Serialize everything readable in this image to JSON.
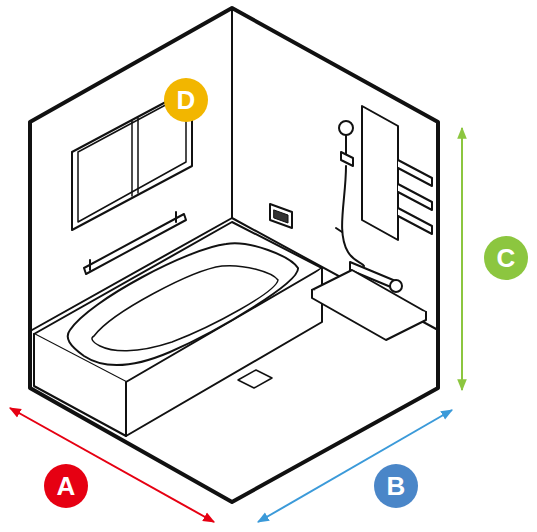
{
  "diagram": {
    "nodes": [
      {
        "text": [
          "D"
        ]
      },
      {
        "text": [
          "C"
        ]
      },
      {
        "text": [
          "A"
        ]
      },
      {
        "text": [
          "B"
        ]
      }
    ]
  }
}
